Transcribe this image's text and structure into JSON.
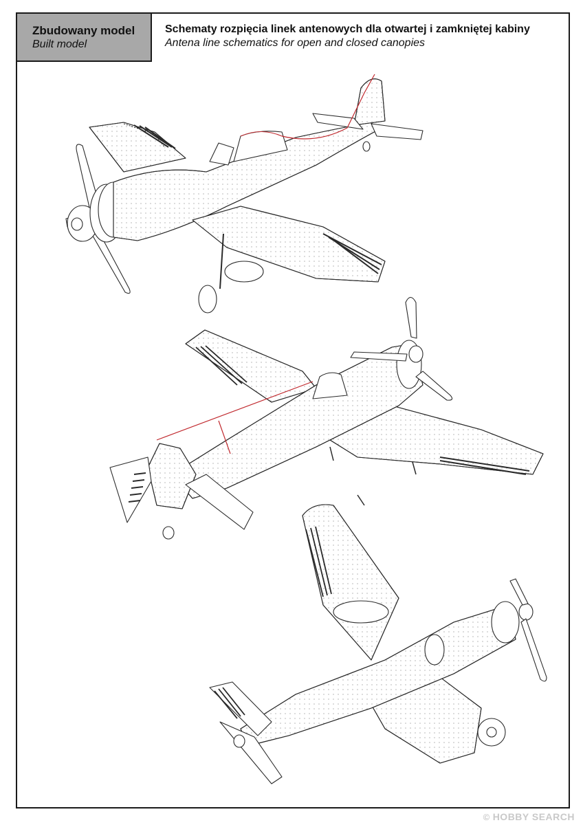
{
  "header": {
    "section_title": "Zbudowany model",
    "section_subtitle": "Built model",
    "title_pl": "Schematy rozpięcia linek antenowych dla otwartej i zamkniętej kabiny",
    "title_en": "Antena line schematics for open and closed canopies"
  },
  "drawings": [
    {
      "name": "aircraft-open-canopy-view",
      "antenna_color": "#c0282d"
    },
    {
      "name": "aircraft-closed-canopy-view",
      "antenna_color": "#c0282d"
    },
    {
      "name": "aircraft-underside-view"
    }
  ],
  "watermark": {
    "copyright_glyph": "©",
    "text": "HOBBY SEARCH"
  },
  "colors": {
    "line": "#2a2a2a",
    "antenna": "#c0282d",
    "header_box": "#a8a8a8"
  }
}
